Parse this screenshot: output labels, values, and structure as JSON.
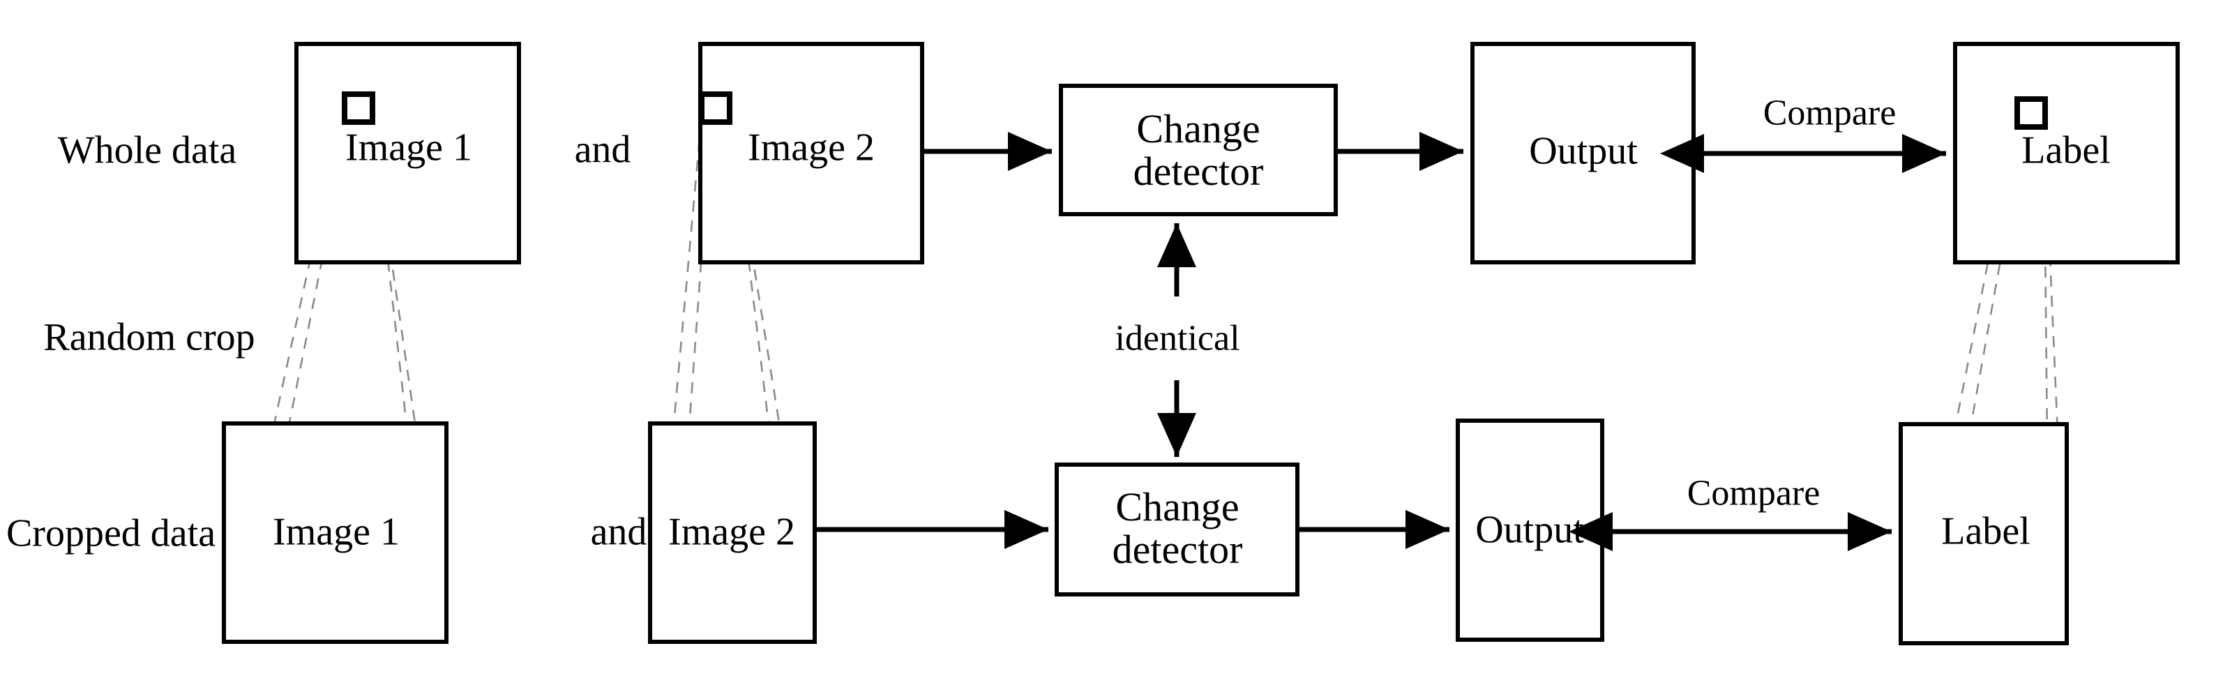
{
  "diagram": {
    "title": "Change detection training with whole data and randomly cropped data",
    "stroke_color": "#000000",
    "dashed_color": "#808080",
    "background_color": "#ffffff",
    "row_labels": [
      {
        "id": "whole-data",
        "text": "Whole data"
      },
      {
        "id": "random-crop",
        "text": "Random crop"
      },
      {
        "id": "cropped-data",
        "text": "Cropped data"
      }
    ],
    "rows": [
      {
        "id": "top-row",
        "label": "Whole data",
        "image1": "Image 1",
        "conjunction": "and",
        "image2": "Image 2",
        "detector_line1": "Change",
        "detector_line2": "detector",
        "output": "Output",
        "compare": "Compare",
        "ground_truth": "Label"
      },
      {
        "id": "bottom-row",
        "label": "Cropped data",
        "image1": "Image 1",
        "conjunction": "and",
        "image2": "Image 2",
        "detector_line1": "Change",
        "detector_line2": "detector",
        "output": "Output",
        "compare": "Compare",
        "ground_truth": "Label"
      }
    ],
    "shared_weights_label": "identical"
  }
}
